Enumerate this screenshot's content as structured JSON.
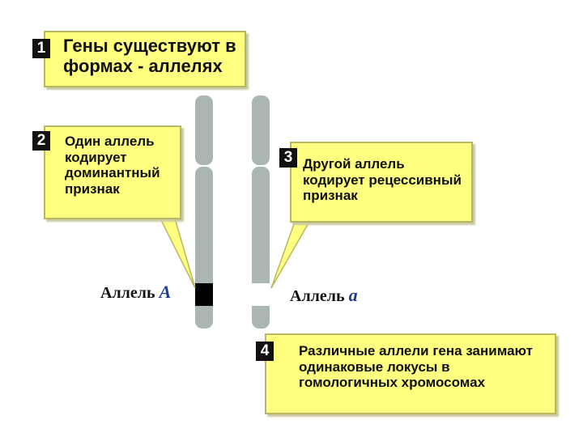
{
  "callouts": [
    {
      "number": "1",
      "text": "Гены существуют в\nформах - аллелях"
    },
    {
      "number": "2",
      "text": "Один аллель\nкодирует\nдоминантный\nпризнак"
    },
    {
      "number": "3",
      "text": "Другой аллель\nкодирует рецессивный\nпризнак"
    },
    {
      "number": "4",
      "text": "Различные аллели гена занимают\nодинаковые локусы в\nгомологичных хромосомах"
    }
  ],
  "alleles": [
    {
      "label": "Аллель",
      "symbol": "A"
    },
    {
      "label": "Аллель",
      "symbol": "a"
    }
  ],
  "colors": {
    "callout_fill": "#ffff80",
    "chromosome": "#a9b6b4",
    "dominant_band": "#000000",
    "recessive_band": "#ffffff",
    "allele_symbol": "#1f3c8a"
  }
}
